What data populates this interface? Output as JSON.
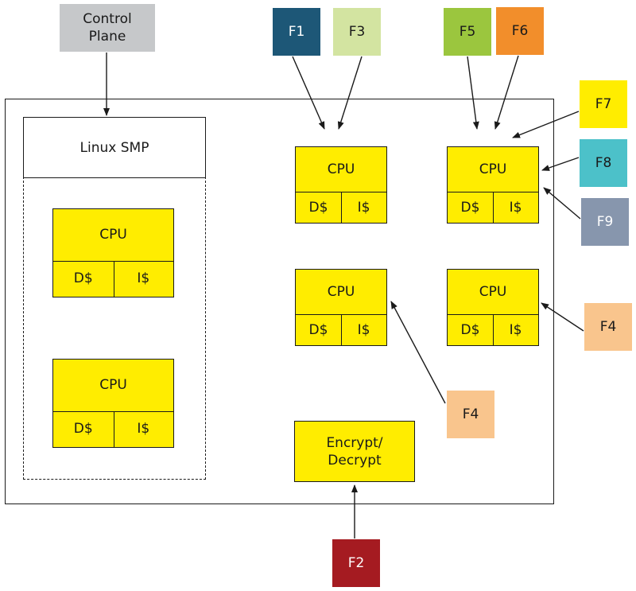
{
  "control_plane": {
    "label": "Control\nPlane",
    "color": "#c6c8ca"
  },
  "linux_smp": {
    "label": "Linux SMP"
  },
  "cpu": {
    "title": "CPU",
    "dcache": "D$",
    "icache": "I$",
    "color": "#ffed00"
  },
  "encrypt": {
    "label": "Encrypt/\nDecrypt"
  },
  "flows": [
    {
      "label": "F1",
      "color": "#1d5777",
      "text_color": "#ffffff"
    },
    {
      "label": "F3",
      "color": "#d3e4a1",
      "text_color": "#1a1a1a"
    },
    {
      "label": "F5",
      "color": "#9bc63e",
      "text_color": "#1a1a1a"
    },
    {
      "label": "F6",
      "color": "#f28e2b",
      "text_color": "#1a1a1a"
    },
    {
      "label": "F7",
      "color": "#ffed00",
      "text_color": "#1a1a1a"
    },
    {
      "label": "F8",
      "color": "#4cc1c9",
      "text_color": "#1a1a1a"
    },
    {
      "label": "F9",
      "color": "#8796ad",
      "text_color": "#ffffff"
    },
    {
      "label": "F4",
      "color": "#f9c58d",
      "text_color": "#1a1a1a"
    },
    {
      "label": "F4",
      "color": "#f9c58d",
      "text_color": "#1a1a1a"
    },
    {
      "label": "F2",
      "color": "#a51b21",
      "text_color": "#ffffff"
    }
  ]
}
